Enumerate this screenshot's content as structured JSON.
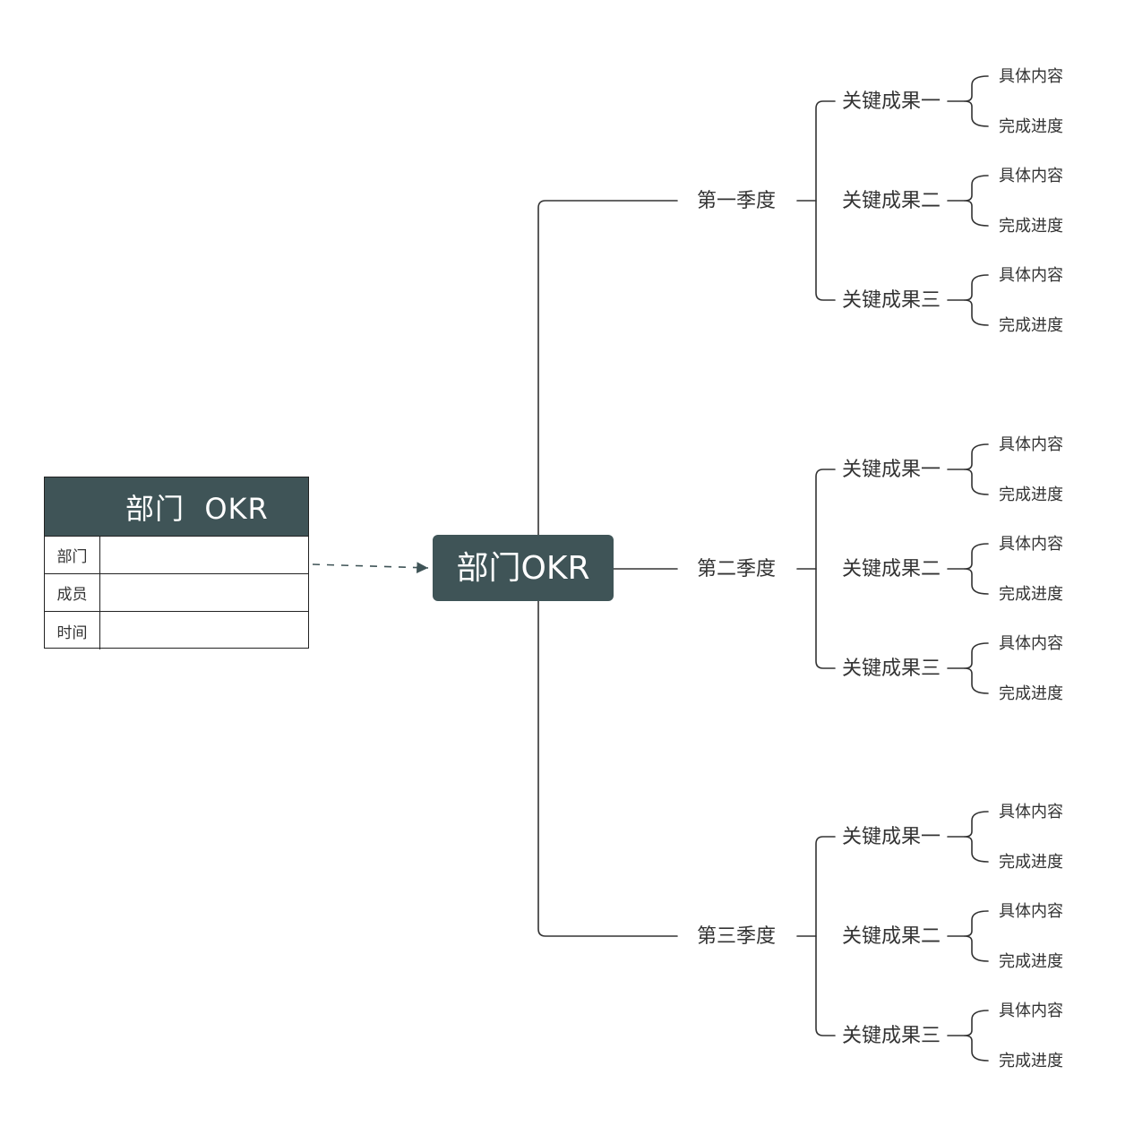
{
  "card": {
    "title": "部门  OKR",
    "rows": [
      {
        "label": "部门",
        "value": ""
      },
      {
        "label": "成员",
        "value": ""
      },
      {
        "label": "时间",
        "value": ""
      }
    ]
  },
  "root": {
    "label": "部门OKR"
  },
  "quarters": [
    {
      "label": "第一季度",
      "key_results": [
        {
          "label": "关键成果一",
          "items": [
            "具体内容",
            "完成进度"
          ]
        },
        {
          "label": "关键成果二",
          "items": [
            "具体内容",
            "完成进度"
          ]
        },
        {
          "label": "关键成果三",
          "items": [
            "具体内容",
            "完成进度"
          ]
        }
      ]
    },
    {
      "label": "第二季度",
      "key_results": [
        {
          "label": "关键成果一",
          "items": [
            "具体内容",
            "完成进度"
          ]
        },
        {
          "label": "关键成果二",
          "items": [
            "具体内容",
            "完成进度"
          ]
        },
        {
          "label": "关键成果三",
          "items": [
            "具体内容",
            "完成进度"
          ]
        }
      ]
    },
    {
      "label": "第三季度",
      "key_results": [
        {
          "label": "关键成果一",
          "items": [
            "具体内容",
            "完成进度"
          ]
        },
        {
          "label": "关键成果二",
          "items": [
            "具体内容",
            "完成进度"
          ]
        },
        {
          "label": "关键成果三",
          "items": [
            "具体内容",
            "完成进度"
          ]
        }
      ]
    }
  ],
  "colors": {
    "node_fill": "#3f5457",
    "line": "#333333",
    "text": "#333333",
    "arrow": "#3f5457"
  }
}
